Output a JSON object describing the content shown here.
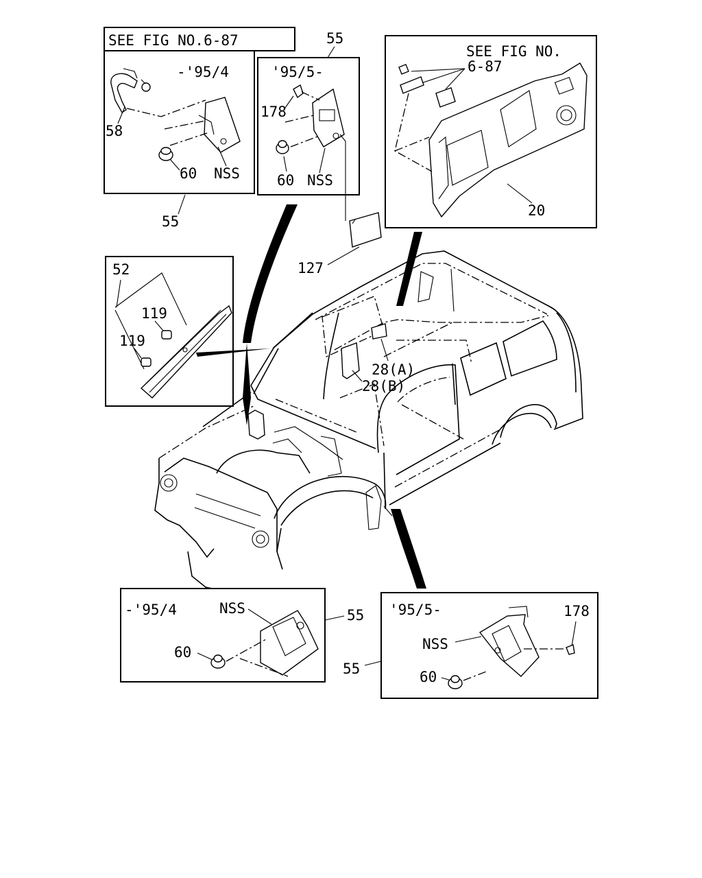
{
  "callouts": {
    "tl_see_fig": "SEE FIG NO.6-87",
    "tl_date": "-'95/4",
    "tl_58": "58",
    "tl_60": "60",
    "tl_nss": "NSS",
    "tl_55_bottom": "55",
    "tc_55_top": "55",
    "tc_date": "'95/5-",
    "tc_178": "178",
    "tc_60": "60",
    "tc_nss": "NSS",
    "tr_see_fig_1": "SEE FIG NO.",
    "tr_see_fig_2": "6-87",
    "tr_20": "20",
    "label_127": "127",
    "ml_52": "52",
    "ml_119_a": "119",
    "ml_119_b": "119",
    "label_28a": "28(A)",
    "label_28b": "28(B)",
    "bl_date": "-'95/4",
    "bl_nss": "NSS",
    "bl_55": "55",
    "bl_60": "60",
    "br_date": "'95/5-",
    "br_178": "178",
    "br_nss": "NSS",
    "br_55": "55",
    "br_60": "60"
  }
}
